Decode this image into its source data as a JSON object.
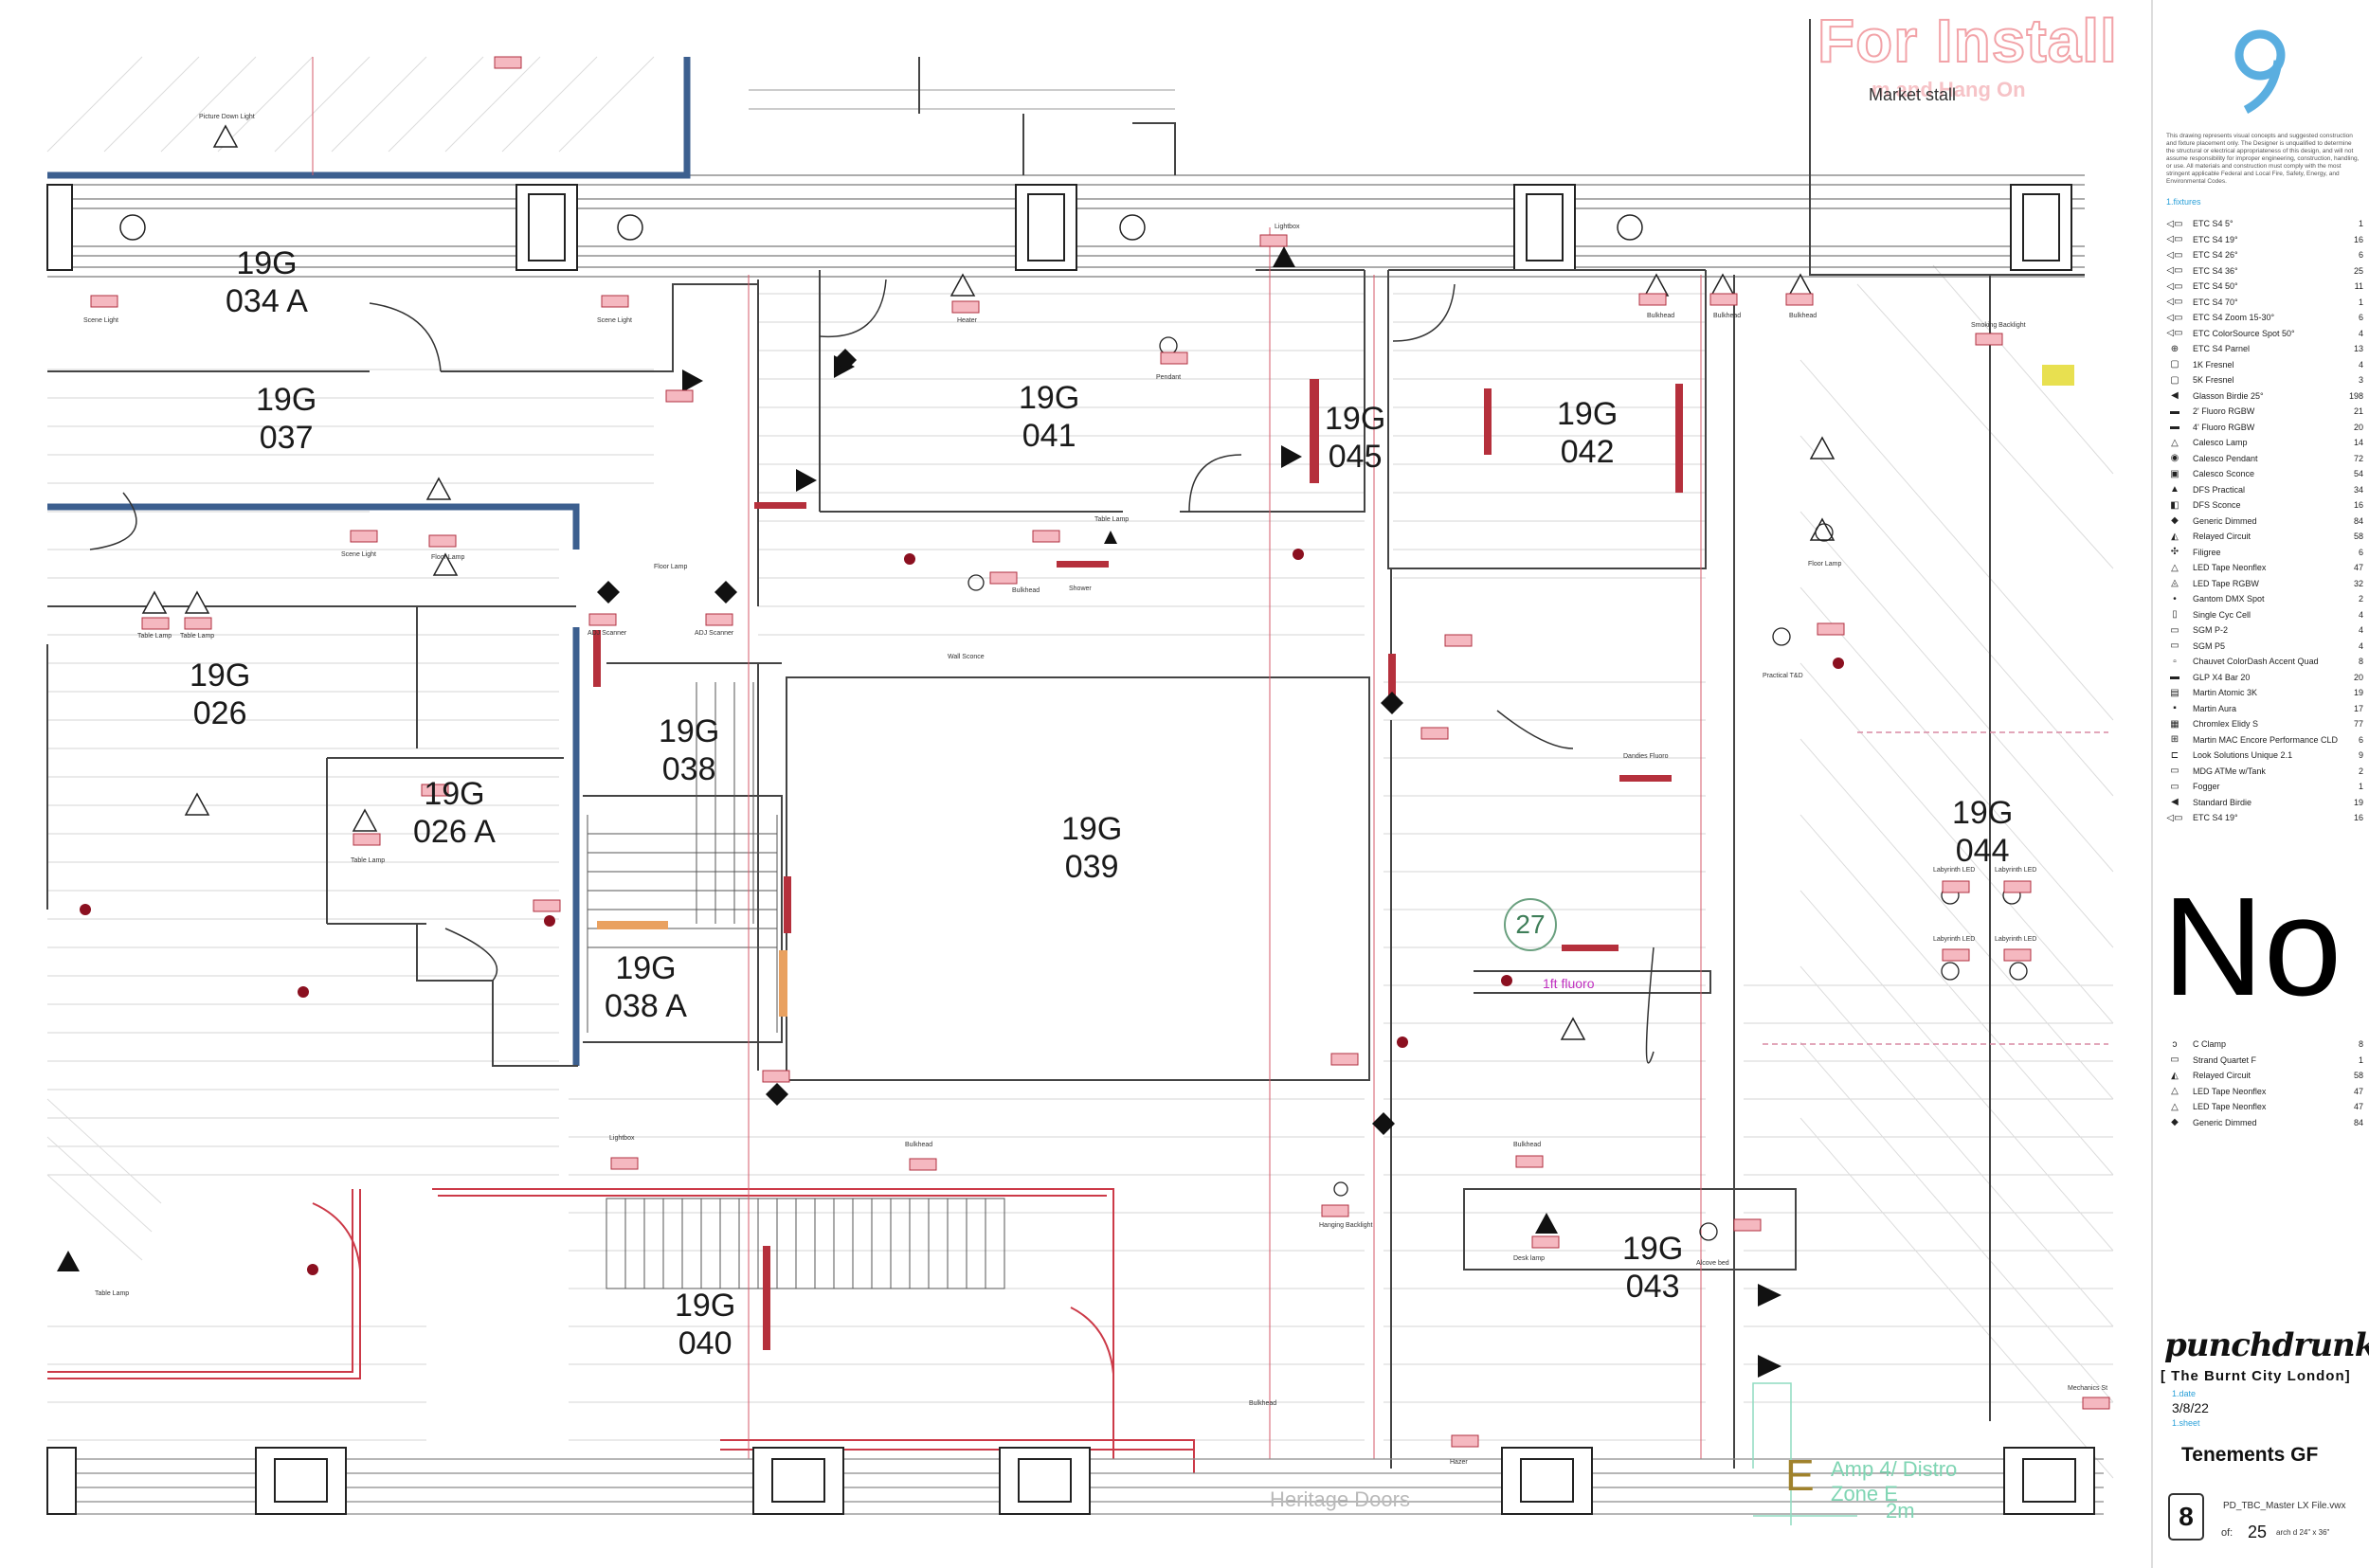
{
  "overlays": {
    "for_install": "For Install",
    "install_sub": "m and Hang On",
    "market_stall": "Market stall",
    "heritage_doors": "Heritage Doors",
    "amp_letter": "E",
    "amp_label": "Amp 4/ Distro",
    "amp_zone": "Zone E",
    "amp_dist": "2m",
    "circle_number": "27",
    "fluoro_label": "1ft fluoro"
  },
  "rooms": [
    {
      "id": "034A",
      "line1": "19G",
      "line2": "034 A"
    },
    {
      "id": "037",
      "line1": "19G",
      "line2": "037"
    },
    {
      "id": "041",
      "line1": "19G",
      "line2": "041"
    },
    {
      "id": "045",
      "line1": "19G",
      "line2": "045"
    },
    {
      "id": "042",
      "line1": "19G",
      "line2": "042"
    },
    {
      "id": "026",
      "line1": "19G",
      "line2": "026"
    },
    {
      "id": "026A",
      "line1": "19G",
      "line2": "026 A"
    },
    {
      "id": "038",
      "line1": "19G",
      "line2": "038"
    },
    {
      "id": "039",
      "line1": "19G",
      "line2": "039"
    },
    {
      "id": "038A",
      "line1": "19G",
      "line2": "038 A"
    },
    {
      "id": "044",
      "line1": "19G",
      "line2": "044"
    },
    {
      "id": "040",
      "line1": "19G",
      "line2": "040"
    },
    {
      "id": "043",
      "line1": "19G",
      "line2": "043"
    }
  ],
  "fixture_tags": [
    "Picture Down Light",
    "Scene Light",
    "Scene Light",
    "Floor Lamp",
    "Scene Light",
    "Floor Lamp",
    "Table Lamp",
    "Table Lamp",
    "Heater",
    "Pendant",
    "Lightbox",
    "Bulkhead",
    "Bulkhead",
    "Bulkhead",
    "Smoking Backlight",
    "ADJ Scanner",
    "ADJ Scanner",
    "Table Lamp",
    "Shower",
    "Bulkhead",
    "Floor Lamp",
    "Practical T&D",
    "Table Lamp",
    "Wall Sconce",
    "Dandies Fluoro",
    "Labyrinth LED",
    "Labyrinth LED",
    "Labyrinth LED",
    "Labyrinth LED",
    "Lightbox",
    "Bulkhead",
    "Bulkhead",
    "Hanging Backlight",
    "Desk lamp",
    "Alcove bed",
    "Table Lamp",
    "Bulkhead",
    "Hazer",
    "Mechanics St"
  ],
  "sidebar": {
    "disclaimer": "This drawing represents visual concepts and suggested construction and fixture placement only. The Designer is unqualified to determine the structural or electrical appropriateness of this design, and will not assume responsibility for improper engineering, construction, handling, or use. All materials and construction must comply with the most stringent applicable Federal and Local Fire, Safety, Energy, and Environmental Codes.",
    "section_label": "1.fixtures",
    "legend": [
      {
        "icon": "etc-s4-icon",
        "glyph": "◁▭",
        "label": "ETC S4 5°",
        "count": "1"
      },
      {
        "icon": "etc-s4-icon",
        "glyph": "◁▭",
        "label": "ETC S4 19°",
        "count": "16"
      },
      {
        "icon": "etc-s4-icon",
        "glyph": "◁▭",
        "label": "ETC S4 26°",
        "count": "6"
      },
      {
        "icon": "etc-s4-icon",
        "glyph": "◁▭",
        "label": "ETC S4 36°",
        "count": "25"
      },
      {
        "icon": "etc-s4-icon",
        "glyph": "◁▭",
        "label": "ETC S4 50°",
        "count": "11"
      },
      {
        "icon": "etc-s4-icon",
        "glyph": "◁▭",
        "label": "ETC S4 70°",
        "count": "1"
      },
      {
        "icon": "etc-zoom-icon",
        "glyph": "◁▭",
        "label": "ETC S4 Zoom 15-30°",
        "count": "6"
      },
      {
        "icon": "colorsource-icon",
        "glyph": "◁▭",
        "label": "ETC ColorSource Spot 50°",
        "count": "4"
      },
      {
        "icon": "par-icon",
        "glyph": "⊕",
        "label": "ETC S4 Parnel",
        "count": "13"
      },
      {
        "icon": "fresnel-icon",
        "glyph": "▢",
        "label": "1K Fresnel",
        "count": "4"
      },
      {
        "icon": "fresnel-icon",
        "glyph": "▢",
        "label": "5K Fresnel",
        "count": "3"
      },
      {
        "icon": "birdie-icon",
        "glyph": "◀",
        "label": "Glasson Birdie 25°",
        "count": "198"
      },
      {
        "icon": "fluoro-2ft-icon",
        "glyph": "▬",
        "label": "2' Fluoro RGBW",
        "count": "21"
      },
      {
        "icon": "fluoro-4ft-icon",
        "glyph": "▬",
        "label": "4' Fluoro RGBW",
        "count": "20"
      },
      {
        "icon": "calesco-lamp-icon",
        "glyph": "△",
        "label": "Calesco Lamp",
        "count": "14"
      },
      {
        "icon": "calesco-pendant-icon",
        "glyph": "◉",
        "label": "Calesco Pendant",
        "count": "72"
      },
      {
        "icon": "calesco-sconce-icon",
        "glyph": "▣",
        "label": "Calesco Sconce",
        "count": "54"
      },
      {
        "icon": "dfs-practical-icon",
        "glyph": "▲",
        "label": "DFS Practical",
        "count": "34"
      },
      {
        "icon": "dfs-sconce-icon",
        "glyph": "◧",
        "label": "DFS Sconce",
        "count": "16"
      },
      {
        "icon": "generic-dimmed-icon",
        "glyph": "◆",
        "label": "Generic Dimmed",
        "count": "84"
      },
      {
        "icon": "relayed-circuit-icon",
        "glyph": "◭",
        "label": "Relayed Circuit",
        "count": "58"
      },
      {
        "icon": "filigree-icon",
        "glyph": "✣",
        "label": "Filigree",
        "count": "6"
      },
      {
        "icon": "led-tape-neon-icon",
        "glyph": "△",
        "label": "LED Tape Neonflex",
        "count": "47"
      },
      {
        "icon": "led-tape-rgbw-icon",
        "glyph": "◬",
        "label": "LED Tape RGBW",
        "count": "32"
      },
      {
        "icon": "gantom-icon",
        "glyph": "•",
        "label": "Gantom DMX Spot",
        "count": "2"
      },
      {
        "icon": "cyc-cell-icon",
        "glyph": "▯",
        "label": "Single Cyc Cell",
        "count": "4"
      },
      {
        "icon": "sgm-p2-icon",
        "glyph": "▭",
        "label": "SGM P-2",
        "count": "4"
      },
      {
        "icon": "sgm-p5-icon",
        "glyph": "▭",
        "label": "SGM P5",
        "count": "4"
      },
      {
        "icon": "colordash-icon",
        "glyph": "▫",
        "label": "Chauvet ColorDash Accent Quad",
        "count": "8"
      },
      {
        "icon": "glp-bar-icon",
        "glyph": "▬",
        "label": "GLP X4 Bar 20",
        "count": "20"
      },
      {
        "icon": "atomic-icon",
        "glyph": "▤",
        "label": "Martin Atomic 3K",
        "count": "19"
      },
      {
        "icon": "aura-icon",
        "glyph": "▪",
        "label": "Martin Aura",
        "count": "17"
      },
      {
        "icon": "elidy-icon",
        "glyph": "▦",
        "label": "Chromlex Elidy S",
        "count": "77"
      },
      {
        "icon": "mac-encore-icon",
        "glyph": "⊞",
        "label": "Martin MAC Encore Performance CLD",
        "count": "6"
      },
      {
        "icon": "look-unique-icon",
        "glyph": "⊏",
        "label": "Look Solutions Unique 2.1",
        "count": "9"
      },
      {
        "icon": "mdg-icon",
        "glyph": "▭",
        "label": "MDG ATMe w/Tank",
        "count": "2"
      },
      {
        "icon": "fogger-icon",
        "glyph": "▭",
        "label": "Fogger",
        "count": "1"
      },
      {
        "icon": "standard-birdie-icon",
        "glyph": "◀",
        "label": "Standard Birdie",
        "count": "19"
      },
      {
        "icon": "etc-s4-icon",
        "glyph": "◁▭",
        "label": "ETC S4 19°",
        "count": "16"
      }
    ],
    "big_text": "No",
    "legend2": [
      {
        "icon": "c-clamp-icon",
        "glyph": "ɔ",
        "label": "C Clamp",
        "count": "8"
      },
      {
        "icon": "strand-quartet-icon",
        "glyph": "▭",
        "label": "Strand Quartet F",
        "count": "1"
      },
      {
        "icon": "relayed-circuit-icon",
        "glyph": "◭",
        "label": "Relayed Circuit",
        "count": "58"
      },
      {
        "icon": "led-tape-neon-icon",
        "glyph": "△",
        "label": "LED Tape Neonflex",
        "count": "47"
      },
      {
        "icon": "led-tape-neon-icon",
        "glyph": "△",
        "label": "LED Tape Neonflex",
        "count": "47"
      },
      {
        "icon": "generic-dimmed-icon",
        "glyph": "◆",
        "label": "Generic Dimmed",
        "count": "84"
      }
    ],
    "brand": "punchdrunk",
    "venue": "[ The Burnt City London]",
    "date_label": "1.date",
    "date": "3/8/22",
    "sheet_label": "1.sheet",
    "sheet_title": "Tenements GF",
    "sheet_number": "8",
    "file_name": "PD_TBC_Master LX File.vwx",
    "of_label": "of:",
    "of_value": "25",
    "paper": "arch d 24\" x 36\""
  }
}
